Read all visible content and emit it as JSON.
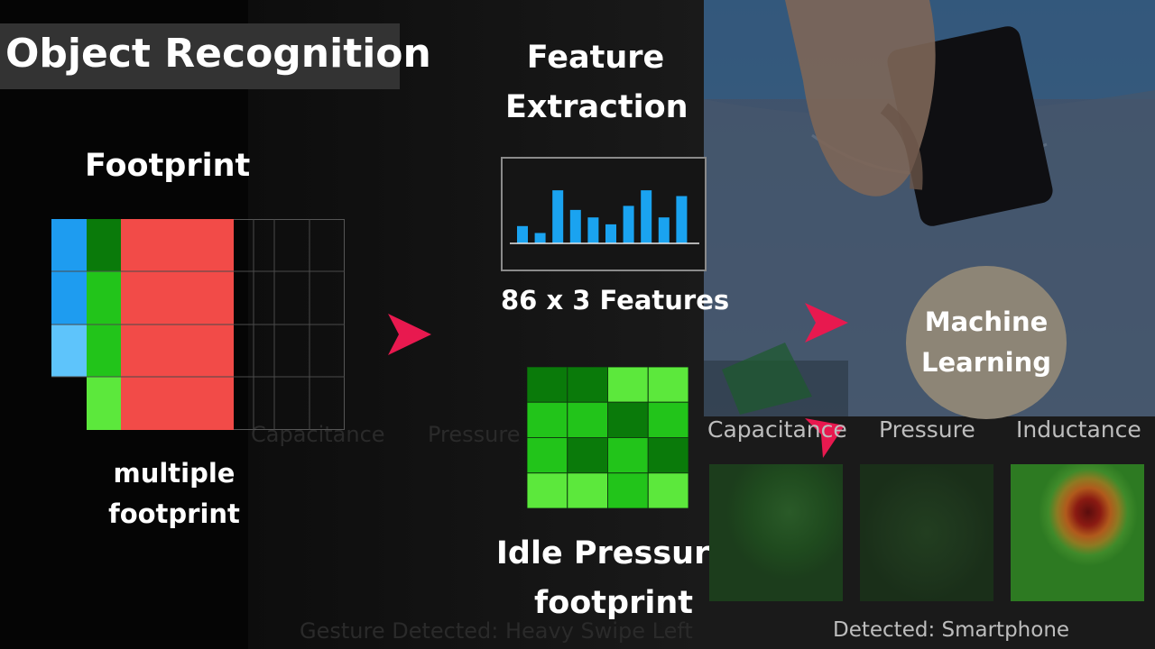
{
  "title": "Object Recognition",
  "footprint": {
    "heading": "Footprint",
    "caption_line1": "multiple",
    "caption_line2": "footprint"
  },
  "feature_extraction": {
    "heading_line1": "Feature",
    "heading_line2": "Extraction",
    "features_label": "86 x 3 Features",
    "bar_values": [
      0.3,
      0.18,
      0.92,
      0.58,
      0.45,
      0.33,
      0.65,
      0.92,
      0.45,
      0.82
    ],
    "bar_color": "#1aa3f0"
  },
  "idle_pressure": {
    "heading_line1": "Idle Pressure",
    "heading_line2": "footprint",
    "grid": [
      [
        "#0a7a0a",
        "#0a7a0a",
        "#5ce83c",
        "#5ce83c"
      ],
      [
        "#22c41a",
        "#22c41a",
        "#0a7a0a",
        "#22c41a"
      ],
      [
        "#22c41a",
        "#0a7a0a",
        "#22c41a",
        "#0a7a0a"
      ],
      [
        "#5ce83c",
        "#5ce83c",
        "#22c41a",
        "#5ce83c"
      ]
    ]
  },
  "machine_learning": {
    "line1": "Machine",
    "line2": "Learning"
  },
  "sensors": {
    "capacitance": "Capacitance",
    "pressure": "Pressure",
    "inductance": "Inductance",
    "detected": "Detected: Smartphone"
  },
  "background_video": {
    "capacitance": "Capacitance",
    "pressure": "Pressure",
    "gesture": "Gesture Detected: Heavy Swipe Left"
  },
  "colors": {
    "arrow": "#e8194f",
    "footprint_red": "#f24b48",
    "blue_dark": "#1e9cf0",
    "blue_light": "#5ec4fb",
    "green_dark": "#0a7a0a",
    "green_mid": "#22c41a",
    "green_light": "#5ce83c"
  }
}
